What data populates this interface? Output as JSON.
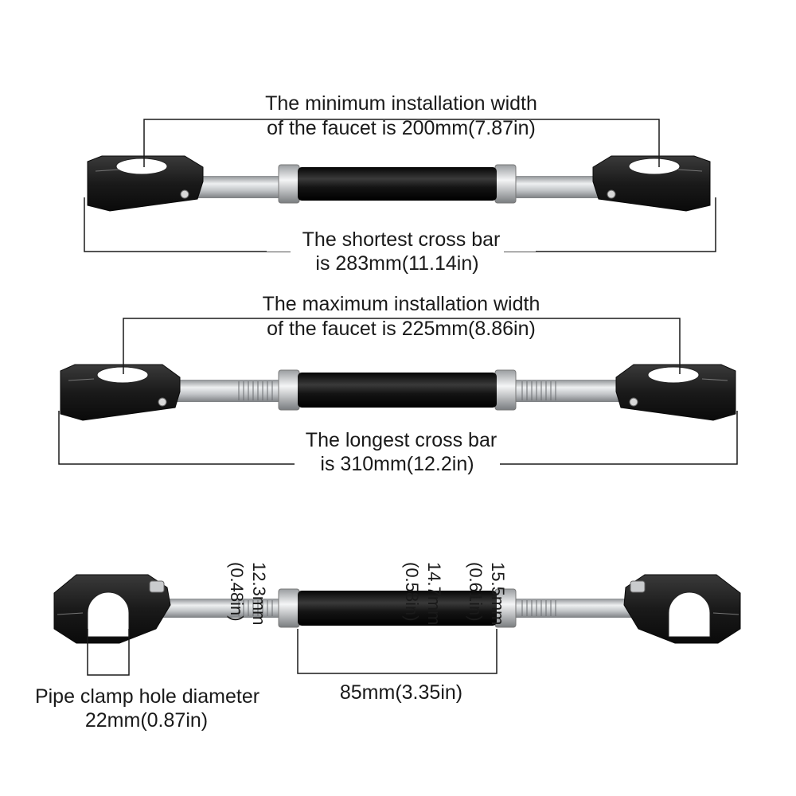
{
  "section_top": {
    "min_width_line1": "The minimum installation width",
    "min_width_line2": "of the faucet is 200mm(7.87in)",
    "shortest_line1": "The shortest cross bar",
    "shortest_line2": "is 283mm(11.14in)"
  },
  "section_middle": {
    "max_width_line1": "The maximum installation width",
    "max_width_line2": "of the faucet is 225mm(8.86in)",
    "longest_line1": "The longest cross bar",
    "longest_line2": "is 310mm(12.2in)"
  },
  "section_bottom": {
    "thread_left_mm": "12.3mm",
    "thread_left_in": "(0.48in)",
    "tube_diam_mm": "14.7mm",
    "tube_diam_in": "(0.58in)",
    "thread_right_mm": "15.5mm",
    "thread_right_in": "(0.61in)",
    "tube_length": "85mm(3.35in)",
    "clamp_line1": "Pipe clamp hole diameter",
    "clamp_line2": "22mm(0.87in)"
  },
  "colors": {
    "background": "#ffffff",
    "clamp": "#1c1c1c",
    "tube": "#111111",
    "steel": "#b9bcbf",
    "line": "#1a1a1a"
  }
}
